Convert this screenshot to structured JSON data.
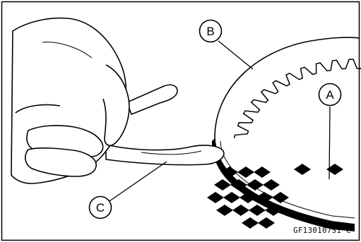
{
  "figure": {
    "callouts": [
      {
        "id": "A",
        "label": "A"
      },
      {
        "id": "B",
        "label": "B"
      },
      {
        "id": "C",
        "label": "C"
      }
    ],
    "code": "GF130107S1 C"
  },
  "colors": {
    "ink": "#000000",
    "paper": "#ffffff"
  }
}
